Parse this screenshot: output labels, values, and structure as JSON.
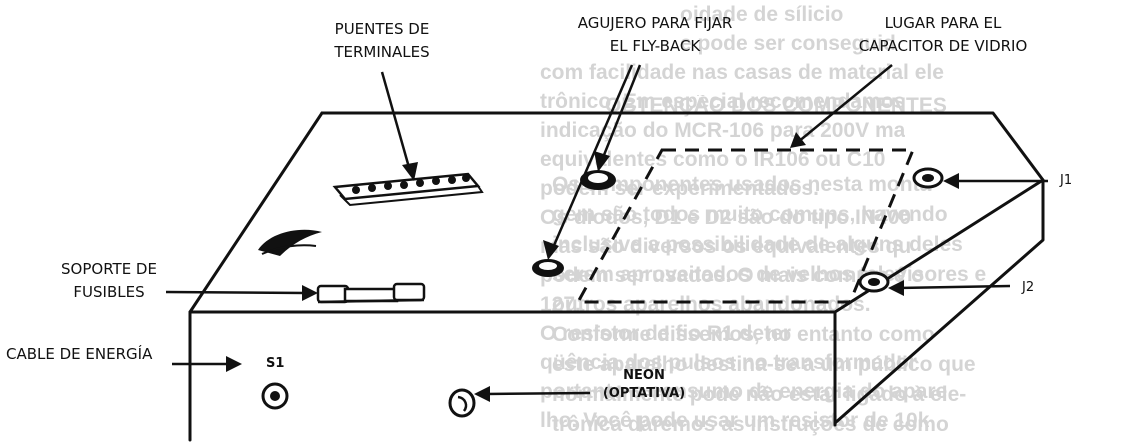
{
  "labels": {
    "puentes_1": "PUENTES DE",
    "puentes_2": "TERMINALES",
    "agujero_1": "AGUJERO PARA FIJAR",
    "agujero_2": "EL FLY-BACK",
    "lugar_1": "LUGAR PARA EL",
    "lugar_2": "CAPACITOR DE VIDRIO",
    "soporte_1": "SOPORTE DE",
    "soporte_2": "FUSIBLES",
    "cable": "CABLE DE ENERGÍA",
    "neon_1": "NEON",
    "neon_2": "(OPTATIVA)",
    "s1": "S1",
    "j1": "J1",
    "j2": "J2"
  },
  "background_text": [
    "oidade de sílicio",
    "e pode ser conseguid",
    "com facilidade nas casas de material ele",
    "trônico. Em especial recomendamos",
    "indicação do MCR-106 para 200V ma",
    "equivalentes como o IR106 ou C10",
    "podem ser experimentados.",
    "Os diodos, D1 e D2 são do tipo IN400",
    "mas são diversos os equivalentes qu",
    "podem ser usados. O mais comum é o ",
    "127.",
    "O resistor de fio R1 deter",
    "qüência dos pulsos no transformador",
    "portanto o consumo de energia do apare",
    "lho. Você pode usar um resistor de 10k",
    "OBTENÇÃO DOS COMPONENTES",
    "Os componentes usados nesta monta-",
    "gem são todos muito comuns, havendo",
    "inclusive a possibilidade de alguns deles",
    "serem aproveitados de velhos televisores e",
    "outros aparelhos abandonados.",
    "Conforme dissemos, no entanto como",
    "este aparelho destina-se a um público que",
    "normalmente pode não estar ligado à ele-",
    "trônica daremos as instruções de como"
  ]
}
